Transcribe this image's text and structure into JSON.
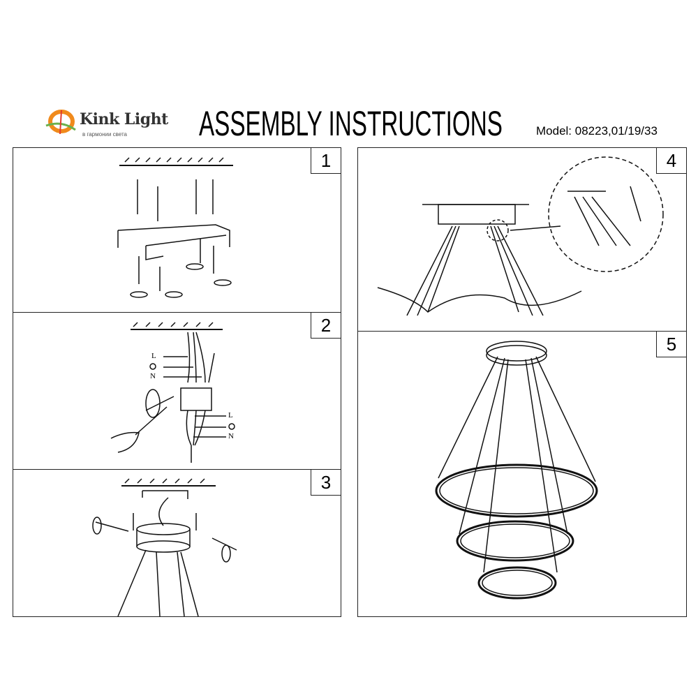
{
  "header": {
    "brand_name": "Kink Light",
    "brand_tagline": "в гармонии света",
    "title": "ASSEMBLY INSTRUCTIONS",
    "model": "Model: 08223,01/19/33"
  },
  "steps": [
    {
      "number": "1"
    },
    {
      "number": "2"
    },
    {
      "number": "3"
    },
    {
      "number": "4"
    },
    {
      "number": "5"
    }
  ],
  "wiring_labels": {
    "live": "L",
    "neutral": "N"
  },
  "colors": {
    "logo_orange": "#f08a1c",
    "logo_green": "#6ab04c",
    "logo_red": "#e23b2e"
  }
}
